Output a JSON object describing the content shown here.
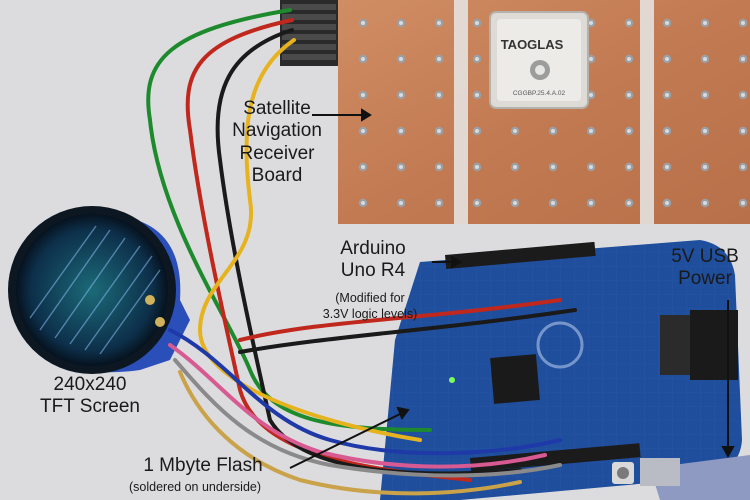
{
  "labels": {
    "gnss": [
      "Satellite",
      "Navigation",
      "Receiver",
      "Board"
    ],
    "arduino": [
      "Arduino",
      "Uno R4"
    ],
    "arduino_note": [
      "(Modified for",
      "3.3V logic levels)"
    ],
    "usb": [
      "5V USB",
      "Power"
    ],
    "tft": [
      "240x240",
      "TFT Screen"
    ],
    "flash": "1 Mbyte Flash",
    "flash_note": "(soldered on underside)"
  },
  "antenna": {
    "brand": "TAOGLAS",
    "part": "CGGBP.25.4.A.02"
  },
  "colors": {
    "background": "#dcdcde",
    "copper": "#c8835a",
    "arduino_blue": "#1f4e9c",
    "tft_blue": "#2a4fb8",
    "wire_red": "#c0281e",
    "wire_green": "#1e8a2e",
    "wire_yellow": "#e6b21e",
    "wire_black": "#1a1a1a"
  }
}
